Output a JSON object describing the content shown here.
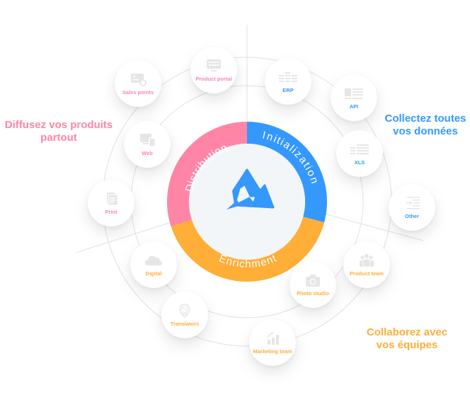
{
  "colors": {
    "distribution": "#ff85a7",
    "initialization": "#3498ff",
    "enrichment": "#ffae38",
    "center_fill": "#f3f6f9",
    "ring_line": "#e2e2e2",
    "icon_gray": "#e6e6e6"
  },
  "headings": {
    "distribution": "Diffusez vos produits partout",
    "initialization": "Collectez toutes vos données",
    "enrichment": "Collaborez avec vos équipes"
  },
  "segments": {
    "distribution": "Distribution",
    "initialization": "Initialization",
    "enrichment": "Enrichment"
  },
  "center_logo": "akeneo-triangle-logo",
  "nodes": {
    "product_portal": {
      "label": "Product portal",
      "icon": "monitor-icon",
      "group": "distribution"
    },
    "sales_points": {
      "label": "Sales points",
      "icon": "card-terminal-icon",
      "group": "distribution"
    },
    "web": {
      "label": "Web",
      "icon": "devices-icon",
      "group": "distribution"
    },
    "print": {
      "label": "Print",
      "icon": "document-icon",
      "group": "distribution"
    },
    "erp": {
      "label": "ERP",
      "icon": "table-icon",
      "group": "initialization"
    },
    "api": {
      "label": "API",
      "icon": "api-list-icon",
      "group": "initialization"
    },
    "xls": {
      "label": "XLS",
      "icon": "spreadsheet-icon",
      "group": "initialization"
    },
    "other": {
      "label": "Other",
      "icon": "import-icon",
      "group": "initialization"
    },
    "digital": {
      "label": "Digital",
      "icon": "cloud-icon",
      "group": "enrichment"
    },
    "translators": {
      "label": "Translators",
      "icon": "globe-pin-icon",
      "group": "enrichment"
    },
    "marketing_team": {
      "label": "Marketing team",
      "icon": "chart-growth-icon",
      "group": "enrichment"
    },
    "photo_studio": {
      "label": "Photo studio",
      "icon": "camera-icon",
      "group": "enrichment"
    },
    "product_team": {
      "label": "Product team",
      "icon": "people-icon",
      "group": "enrichment"
    }
  }
}
